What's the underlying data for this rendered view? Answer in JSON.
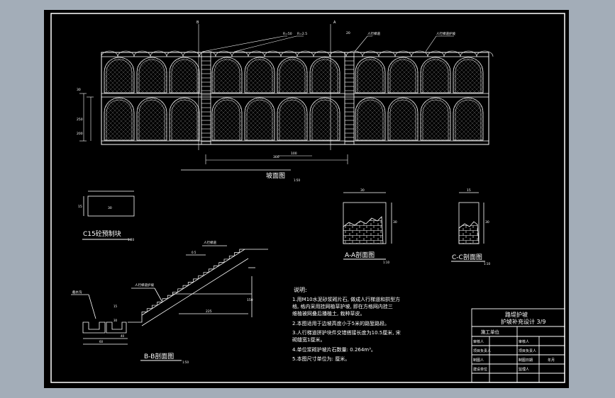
{
  "colors": {
    "background": "#a3adb8",
    "paper": "#000000",
    "line": "#ffffff",
    "accent": "#ffff00"
  },
  "elevation": {
    "title": "坡面图",
    "scale": "1:50",
    "labels": {
      "callout_a": "R=50",
      "callout_b": "R=2.5",
      "callout_c": "人行梯道",
      "callout_d": "人行梯道护坡",
      "section_b": "B",
      "section_a": "A",
      "dim_span": "300",
      "dim_sub": "100",
      "dim_left_top": "30",
      "dim_left_mid": "250",
      "dim_left_bot": "200",
      "dim_stair": "20"
    }
  },
  "block": {
    "title": "C15砼预制块",
    "scale": "1:20",
    "dim_w": "30",
    "dim_h": "15"
  },
  "section_aa": {
    "title": "A-A剖面图",
    "scale": "1:10",
    "dim_w": "30",
    "dim_h": "30"
  },
  "section_cc": {
    "title": "C-C剖面图",
    "scale": "1:10",
    "dim_w": "15",
    "dim_h": "30"
  },
  "section_bb": {
    "title": "B-B剖面图",
    "scale": "1:50",
    "labels": {
      "stairs": "人行梯道",
      "slope": "人行梯道护坡",
      "drain": "截水沟",
      "dim_step_w": "0.5",
      "dim_run": "225",
      "dim_rise": "150",
      "dim_base_a": "15",
      "dim_base_b": "60",
      "dim_base_c": "30",
      "dim_base_d": "40"
    }
  },
  "notes": {
    "heading": "说明:",
    "lines": [
      "1.用M10水泥砂浆砌片石, 做成人行梯道和拱型方",
      "  格, 格内采用挂网植草护坡, 即在方格网内挂三",
      "  维植被网叠后播植土, 栽种草皮。",
      "2.本图适用于边坡高度小于5米的路堑路段。",
      "3.人行梯道拼护块件交错搭接长度为10.5厘米, 宋",
      "  砌缝宽1厘米。",
      "4.单位浆砌护坡片石数量: 0.264m³。",
      "5.本图尺寸单位为: 厘米。"
    ]
  },
  "title_block": {
    "line1": "路堤护坡",
    "line2": "护坡补充设计 3/9",
    "rows": [
      {
        "left": "施工单位",
        "right": ""
      },
      {
        "left": "审核人",
        "right": "审核人"
      },
      {
        "left": "项目负责人",
        "right": "项目负责人"
      },
      {
        "left": "制图人",
        "right": "制图日期",
        "extra": "年月"
      },
      {
        "left": "建设单位",
        "right": "监理人"
      }
    ]
  }
}
